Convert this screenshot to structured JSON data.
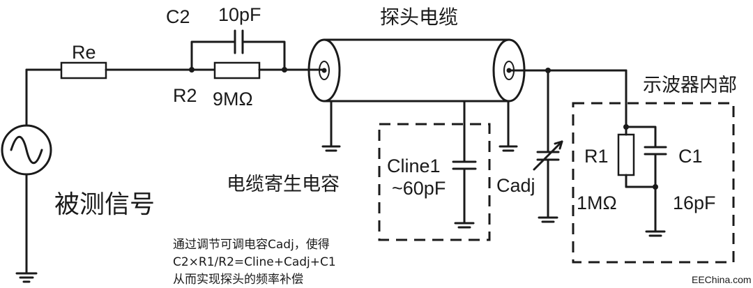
{
  "labels": {
    "re": "Re",
    "c2": "C2",
    "c2_value": "10pF",
    "r2": "R2",
    "r2_value": "9MΩ",
    "cable": "探头电缆",
    "scope_internal": "示波器内部",
    "cline": "Cline1",
    "cline_value": "~60pF",
    "cable_parasitic": "电缆寄生电容",
    "cadj": "Cadj",
    "r1": "R1",
    "r1_value": "1MΩ",
    "c1": "C1",
    "c1_value": "16pF",
    "signal": "被测信号"
  },
  "note": {
    "line1": "通过调节可调电容Cadj，使得",
    "line2": "C2×R1/R2=Cline+Cadj+C1",
    "line3": "从而实现探头的频率补偿"
  },
  "watermark": "EEChina.com"
}
